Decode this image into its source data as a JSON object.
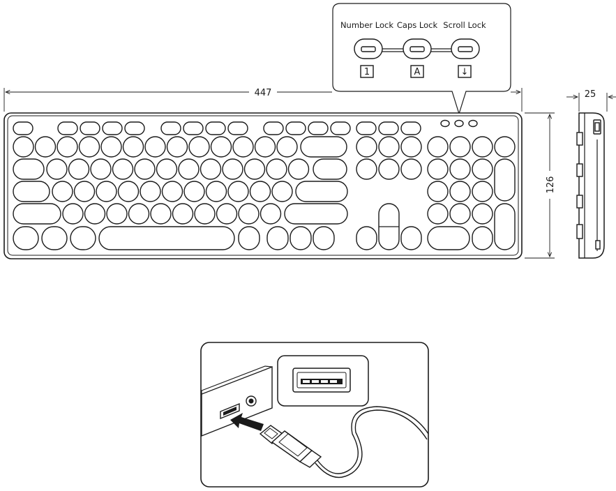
{
  "keyboard": {
    "width_label": "447",
    "height_label": "126",
    "depth_label": "25"
  },
  "indicators": [
    {
      "label": "Number Lock",
      "symbol": "1"
    },
    {
      "label": "Caps Lock",
      "symbol": "A"
    },
    {
      "label": "Scroll Lock",
      "symbol": "↓"
    }
  ]
}
